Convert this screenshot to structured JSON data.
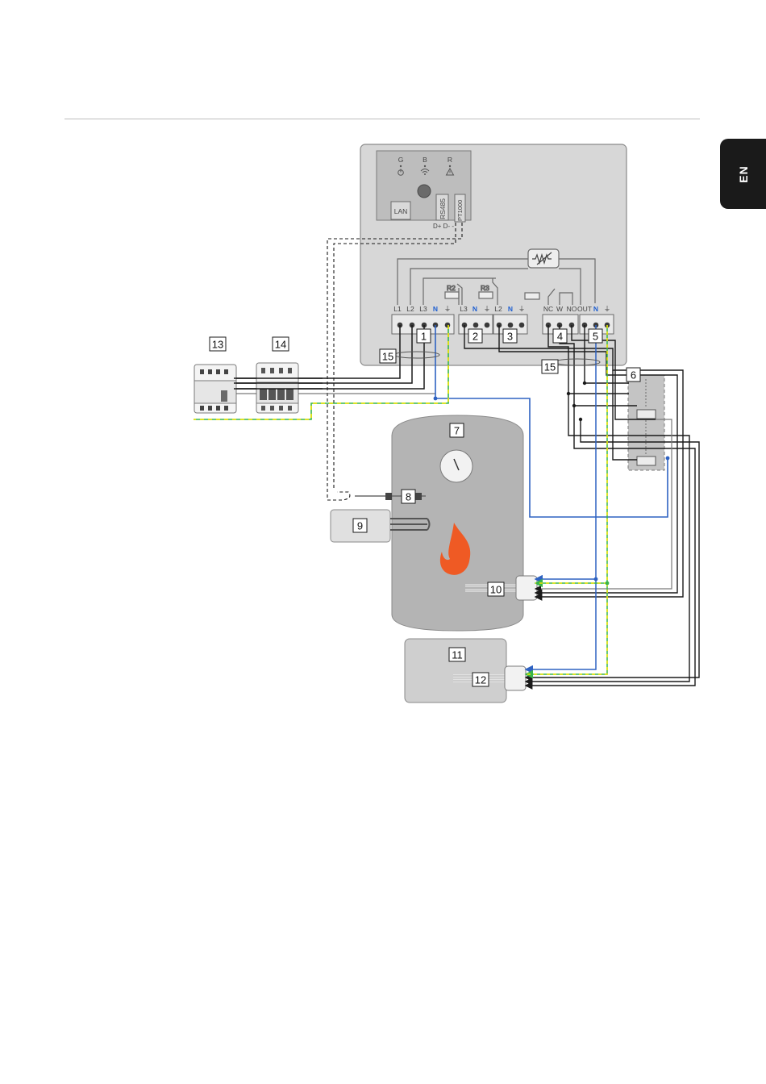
{
  "page": {
    "language_tab": "EN"
  },
  "controller": {
    "leds": [
      {
        "letter": "G",
        "icon": "power-icon"
      },
      {
        "letter": "B",
        "icon": "wifi-icon"
      },
      {
        "letter": "R",
        "icon": "warning-icon"
      }
    ],
    "lan_label": "LAN",
    "rs485_label": "RS485",
    "rs485_pins": "D+ D- -",
    "pt1000_label": "PT1000",
    "relay_labels": {
      "r2": "R2",
      "r3": "R3"
    },
    "terminals": {
      "block1": [
        "L1",
        "L2",
        "L3",
        "N",
        "⏚"
      ],
      "block2": [
        "L3",
        "N",
        "⏚"
      ],
      "block3": [
        "L2",
        "N",
        "⏚"
      ],
      "block4": [
        "NC",
        "W",
        "NO"
      ],
      "block5": [
        "OUT",
        "N",
        "⏚"
      ]
    }
  },
  "callouts": {
    "c1": "1",
    "c2": "2",
    "c3": "3",
    "c4": "4",
    "c5": "5",
    "c6": "6",
    "c7": "7",
    "c8": "8",
    "c9": "9",
    "c10": "10",
    "c11": "11",
    "c12": "12",
    "c13": "13",
    "c14": "14",
    "c15a": "15",
    "c15b": "15"
  },
  "colors": {
    "neutral_wire": "#2e62c2",
    "earth_green": "#39b54a",
    "earth_yellow": "#f2e500",
    "phase_wire": "#1a1a1a",
    "flame": "#ef5a24",
    "housing_grey": "#d7d7d7",
    "tank_grey": "#b4b4b4",
    "contactor_grey": "#c4c4c4"
  }
}
